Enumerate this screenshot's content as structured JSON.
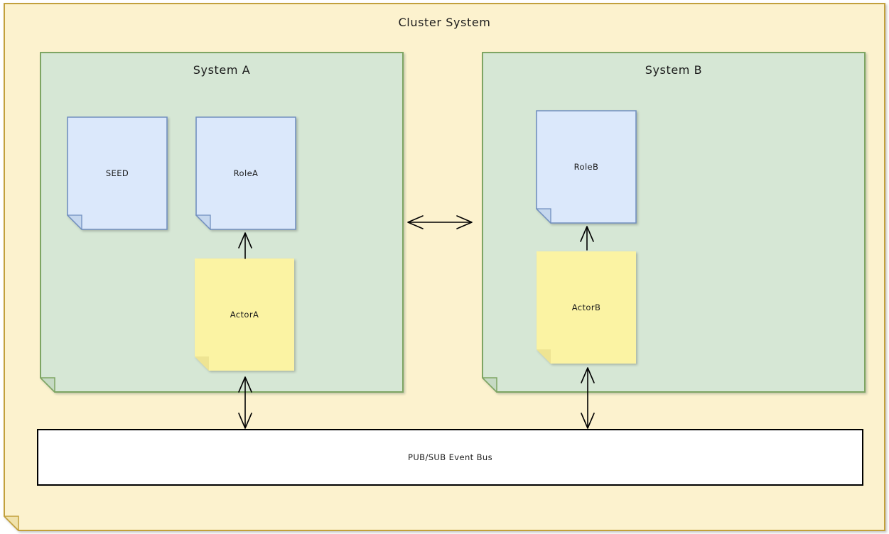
{
  "diagram": {
    "title": "Cluster System",
    "colors": {
      "container_fill": "#FCF2CE",
      "container_flap": "#F0E2AC",
      "container_border": "#C2A03C",
      "system_fill": "#D6E7D5",
      "system_flap": "#C6DAC4",
      "system_border": "#7EA563",
      "role_fill": "#DBE8FB",
      "role_flap": "#C5D7EE",
      "role_border": "#7290C0",
      "actor_fill": "#FBF3A3",
      "actor_flap": "#EEE493",
      "bus_fill": "#FFFFFF",
      "bus_border": "#000000",
      "arrow": "#000000"
    },
    "systems": [
      {
        "name": "System A",
        "notes": [
          {
            "label": "SEED",
            "type": "role"
          },
          {
            "label": "RoleA",
            "type": "role"
          },
          {
            "label": "ActorA",
            "type": "actor"
          }
        ]
      },
      {
        "name": "System B",
        "notes": [
          {
            "label": "RoleB",
            "type": "role"
          },
          {
            "label": "ActorB",
            "type": "actor"
          }
        ]
      }
    ],
    "bus": {
      "label": "PUB/SUB Event Bus"
    },
    "connections": [
      {
        "from": "ActorA",
        "to": "RoleA",
        "style": "arrow-up"
      },
      {
        "from": "ActorB",
        "to": "RoleB",
        "style": "arrow-up"
      },
      {
        "from": "System A",
        "to": "System B",
        "style": "bidirectional"
      },
      {
        "from": "ActorA",
        "to": "PUB/SUB Event Bus",
        "style": "bidirectional"
      },
      {
        "from": "ActorB",
        "to": "PUB/SUB Event Bus",
        "style": "bidirectional"
      }
    ]
  }
}
